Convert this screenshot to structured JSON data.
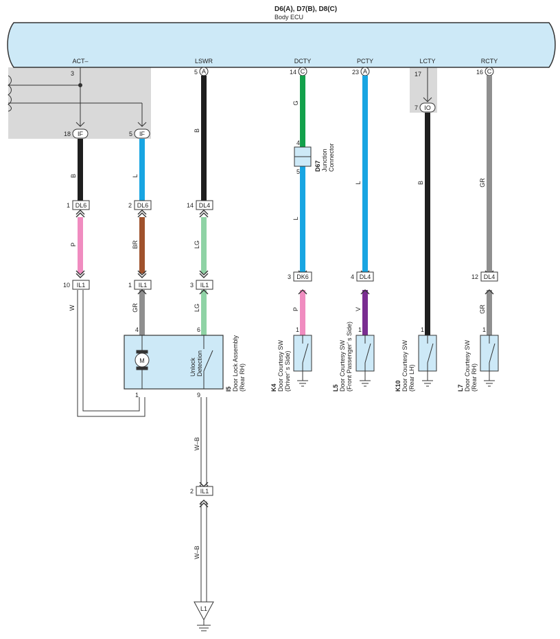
{
  "ecu": {
    "connectors": "D6(A), D7(B), D8(C)",
    "name": "Body ECU",
    "terminals": [
      {
        "name": "ACT–",
        "pin": "3",
        "letter": ""
      },
      {
        "name": "LSWR",
        "pin": "5",
        "letter": "A"
      },
      {
        "name": "DCTY",
        "pin": "14",
        "letter": "C"
      },
      {
        "name": "PCTY",
        "pin": "23",
        "letter": "A"
      },
      {
        "name": "LCTY",
        "pin": "17",
        "letter": ""
      },
      {
        "name": "RCTY",
        "pin": "16",
        "letter": "C"
      }
    ]
  },
  "inline_connectors": {
    "if_18": {
      "pin": "18",
      "code": "IF"
    },
    "if_5": {
      "pin": "5",
      "code": "IF"
    },
    "io_7": {
      "pin": "7",
      "code": "IO"
    },
    "dl6_1": {
      "pin": "1",
      "code": "DL6"
    },
    "dl6_2": {
      "pin": "2",
      "code": "DL6"
    },
    "dl4_14": {
      "pin": "14",
      "code": "DL4"
    },
    "il1_10": {
      "pin": "10",
      "code": "IL1"
    },
    "il1_1": {
      "pin": "1",
      "code": "IL1"
    },
    "il1_3": {
      "pin": "3",
      "code": "IL1"
    },
    "dk6_3": {
      "pin": "3",
      "code": "DK6"
    },
    "dl4_4": {
      "pin": "4",
      "code": "DL4"
    },
    "dl4_12": {
      "pin": "12",
      "code": "DL4"
    },
    "il1_2": {
      "pin": "2",
      "code": "IL1"
    }
  },
  "wire_colors": {
    "act_upper": "B",
    "act_mid": "P",
    "act_lower": "W",
    "if5_upper": "L",
    "if5_mid": "BR",
    "if5_lower": "GR",
    "lswr_upper": "B",
    "lswr_mid": "LG",
    "lswr_lower": "LG",
    "lswr_ground_1": "W–B",
    "lswr_ground_2": "W–B",
    "dcty_upper": "G",
    "dcty_mid": "L",
    "dcty_lower": "P",
    "pcty_upper": "L",
    "pcty_lower": "V",
    "lcty": "B",
    "rcty_upper": "GR",
    "rcty_lower": "GR"
  },
  "junction": {
    "code": "D67",
    "name": "Junction\nConnector",
    "pin_top": "4",
    "pin_bottom": "5"
  },
  "door_lock": {
    "code": "I5",
    "name": "Door Lock Assembly",
    "position": "(Rear RH)",
    "motor_label": "M",
    "switch_label": "Unlock\nDetection",
    "pin_motor_top": "4",
    "pin_switch_top": "6",
    "pin_motor_bottom": "1",
    "pin_switch_bottom": "9"
  },
  "courtesy_switches": [
    {
      "code": "K4",
      "name": "Door Courtesy SW",
      "position": "(Driver’ s Side)",
      "pin": "1"
    },
    {
      "code": "L5",
      "name": "Door Courtesy SW",
      "position": "(Front Passenger’ s Side)",
      "pin": "1"
    },
    {
      "code": "K10",
      "name": "Door Courtesy SW",
      "position": "(Rear LH)",
      "pin": "1"
    },
    {
      "code": "L7",
      "name": "Door Courtesy SW",
      "position": "(Rear RH)",
      "pin": "1"
    }
  ],
  "ground_point": {
    "label": "L1"
  },
  "colors": {
    "ecu_fill": "#cde9f7",
    "shade": "#d9d9d9",
    "component_fill": "#cde9f7",
    "black": "#1e1e1e",
    "pink": "#f08cc0",
    "blue": "#18a5e2",
    "brown": "#a0522d",
    "gray": "#8f8f8f",
    "light_green": "#8fd3a5",
    "green": "#12a14b",
    "violet": "#7a2d91"
  }
}
